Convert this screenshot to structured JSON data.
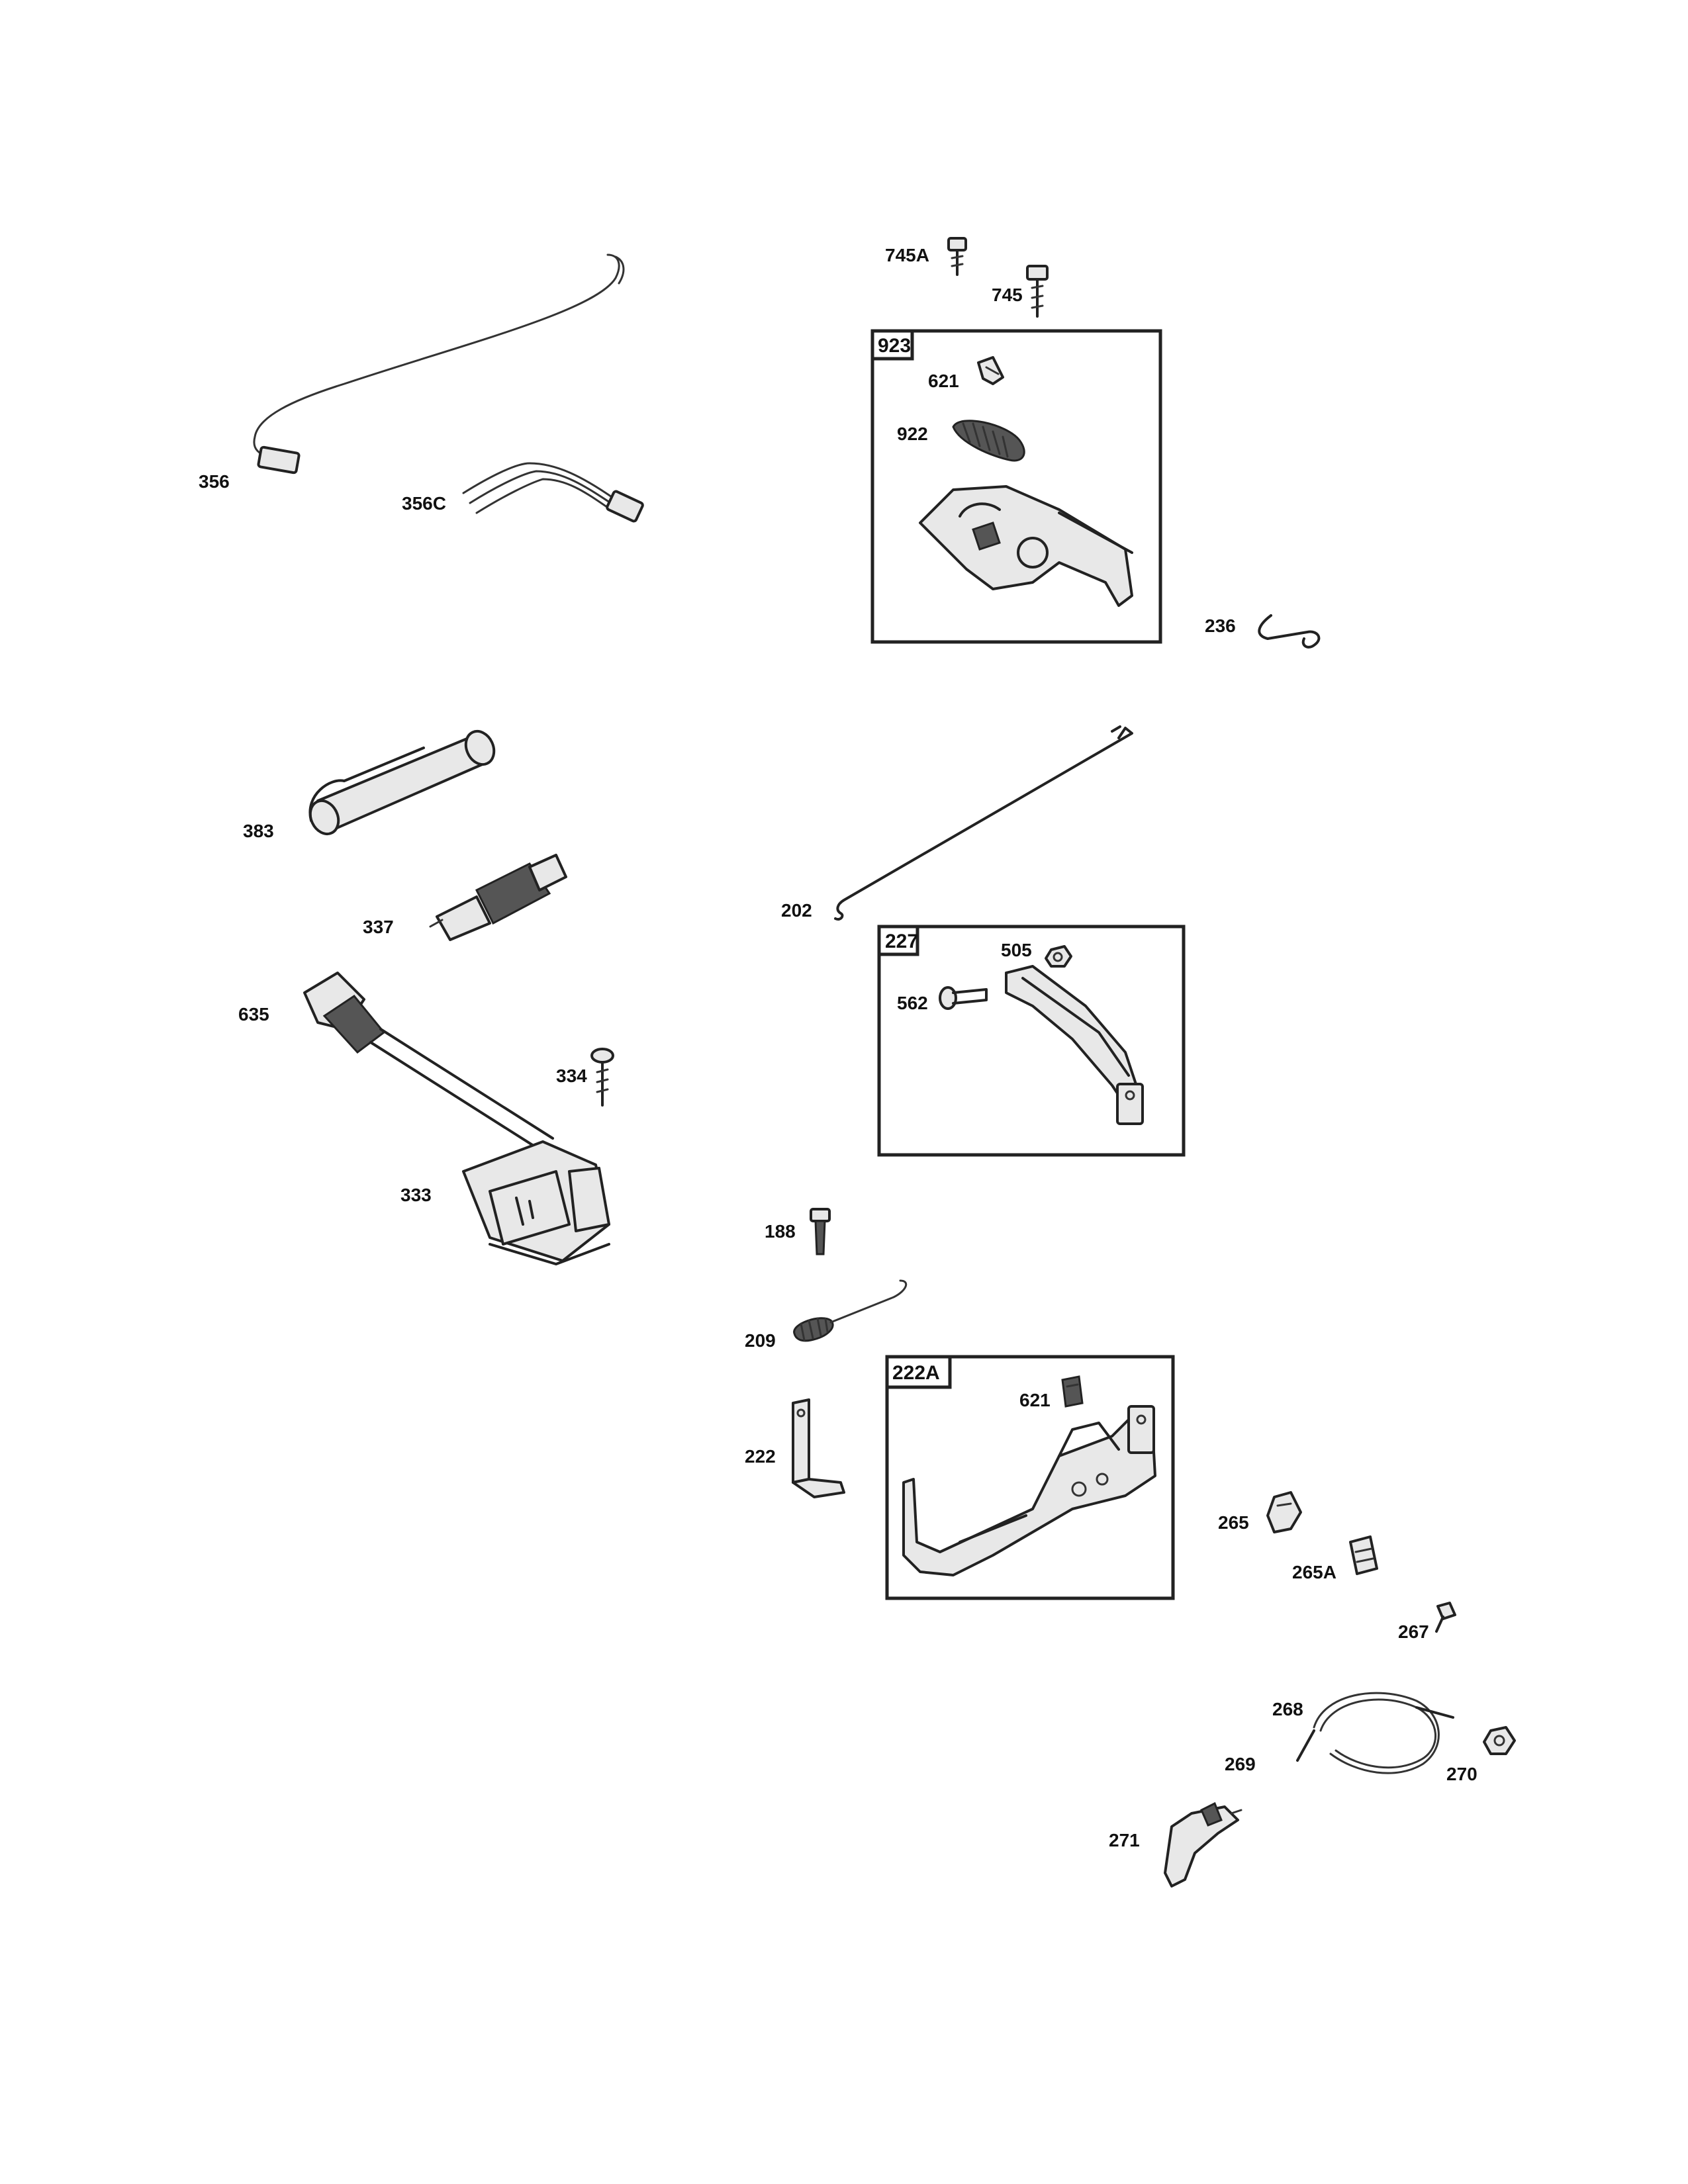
{
  "labels": {
    "p356": "356",
    "p356c": "356C",
    "p383": "383",
    "p337": "337",
    "p635": "635",
    "p334": "334",
    "p333": "333",
    "p745a": "745A",
    "p745": "745",
    "p923": "923",
    "p621a": "621",
    "p922": "922",
    "p236": "236",
    "p202": "202",
    "p227": "227",
    "p505": "505",
    "p562": "562",
    "p188": "188",
    "p209": "209",
    "p222a": "222A",
    "p621b": "621",
    "p222": "222",
    "p265": "265",
    "p265a": "265A",
    "p267": "267",
    "p268": "268",
    "p269": "269",
    "p270": "270",
    "p271": "271"
  }
}
